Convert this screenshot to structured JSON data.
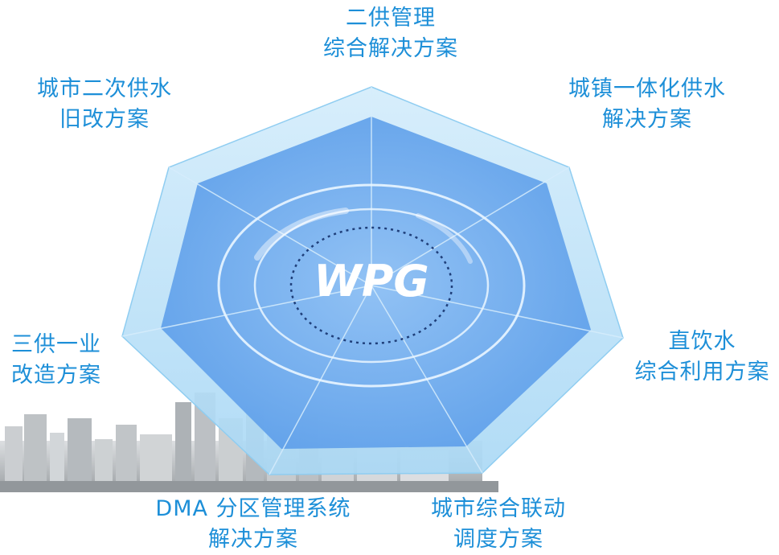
{
  "center_logo": "WPG",
  "colors": {
    "label": "#1d8fd8",
    "outer_polygon": "#bfe3f8",
    "inner_polygon": "#6aa8ee",
    "ring": "#e8f4ff"
  },
  "solutions": [
    {
      "line1": "二供管理",
      "line2": "综合解决方案"
    },
    {
      "line1": "城镇一体化供水",
      "line2": "解决方案"
    },
    {
      "line1": "直饮水",
      "line2": "综合利用方案"
    },
    {
      "line1": "城市综合联动",
      "line2": "调度方案"
    },
    {
      "line1": "DMA 分区管理系统",
      "line2": "解决方案"
    },
    {
      "line1": "三供一业",
      "line2": "改造方案"
    },
    {
      "line1": "城市二次供水",
      "line2": "旧改方案"
    }
  ]
}
